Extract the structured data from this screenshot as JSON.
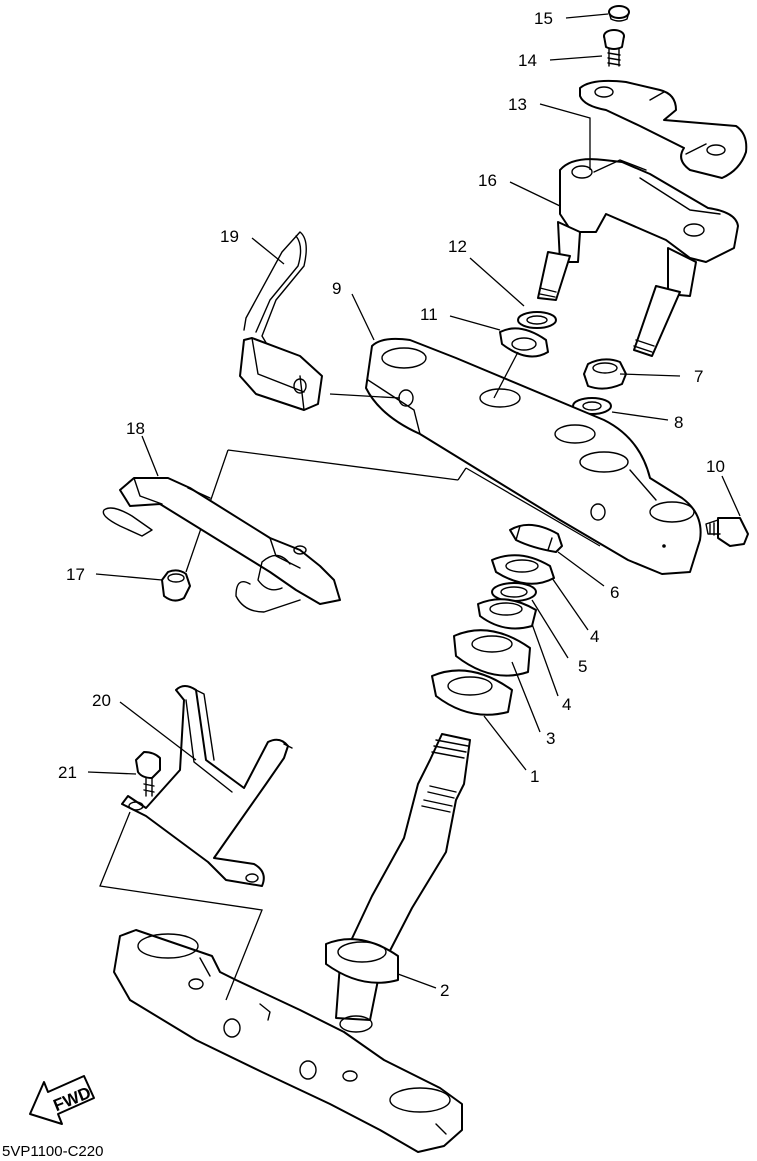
{
  "diagram_code": "5VP1100-C220",
  "fwd_label": "FWD",
  "callouts": [
    {
      "id": "c15",
      "text": "15"
    },
    {
      "id": "c14",
      "text": "14"
    },
    {
      "id": "c13",
      "text": "13"
    },
    {
      "id": "c16",
      "text": "16"
    },
    {
      "id": "c19",
      "text": "19"
    },
    {
      "id": "c12",
      "text": "12"
    },
    {
      "id": "c9",
      "text": "9"
    },
    {
      "id": "c11",
      "text": "11"
    },
    {
      "id": "c7",
      "text": "7"
    },
    {
      "id": "c8",
      "text": "8"
    },
    {
      "id": "c18",
      "text": "18"
    },
    {
      "id": "c10",
      "text": "10"
    },
    {
      "id": "c17",
      "text": "17"
    },
    {
      "id": "c6",
      "text": "6"
    },
    {
      "id": "c4a",
      "text": "4"
    },
    {
      "id": "c5",
      "text": "5"
    },
    {
      "id": "c4b",
      "text": "4"
    },
    {
      "id": "c20",
      "text": "20"
    },
    {
      "id": "c3",
      "text": "3"
    },
    {
      "id": "c21",
      "text": "21"
    },
    {
      "id": "c1",
      "text": "1"
    },
    {
      "id": "c2",
      "text": "2"
    }
  ]
}
